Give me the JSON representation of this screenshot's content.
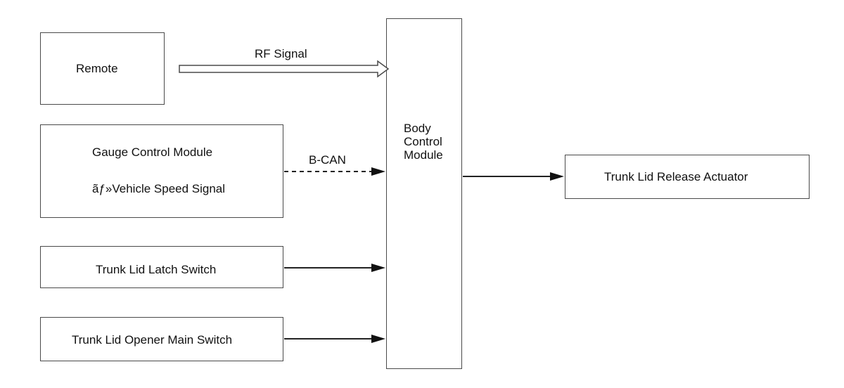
{
  "blocks": {
    "remote": "Remote",
    "gauge_title": "Gauge Control Module",
    "gauge_sub": "ãƒ»Vehicle Speed Signal",
    "latch": "Trunk Lid Latch Switch",
    "opener": "Trunk Lid Opener Main Switch",
    "bcm": [
      "Body",
      "Control",
      "Module"
    ],
    "actuator": "Trunk Lid Release Actuator"
  },
  "signals": {
    "rf": "RF Signal",
    "bcan": "B-CAN"
  }
}
